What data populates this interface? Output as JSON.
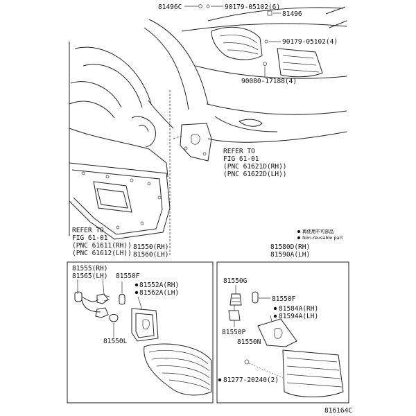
{
  "labels": {
    "p81496c": "81496C",
    "p90179_05102_6": "90179-05102(6)",
    "p81496": "81496",
    "p90179_05102_4": "90179-05102(4)",
    "p90080_17188_4": "90080-17188(4)",
    "refer_right_1": "REFER TO",
    "refer_right_2": "FIG 61-01",
    "refer_right_3": "(PNC 61621D(RH))",
    "refer_right_4": "(PNC 61622D(LH))",
    "refer_left_1": "REFER TO",
    "refer_left_2": "FIG 61-01",
    "refer_left_3": "(PNC 61611(RH))",
    "refer_left_4": "(PNC 61612(LH))",
    "p81550rh": "81550(RH)",
    "p81560lh": "81560(LH)",
    "p81580drh": "81580D(RH)",
    "p81590alh": "81590A(LH)",
    "p81555rh": "81555(RH)",
    "p81565lh": "81565(LH)",
    "p81550f_left": "81550F",
    "p81552arh": "81552A(RH)",
    "p81562alh": "81562A(LH)",
    "p81550l": "81550L",
    "p81550g": "81550G",
    "p81550f_right": "81550F",
    "p81584arh": "81584A(RH)",
    "p81594alh": "81594A(LH)",
    "p81550p": "81550P",
    "p81550n": "81550N",
    "p81277_20240": "81277-20240(2)",
    "legend_jp": "再使用不可部品",
    "legend_en": "Non-reusable part",
    "figure_code": "816164C"
  }
}
